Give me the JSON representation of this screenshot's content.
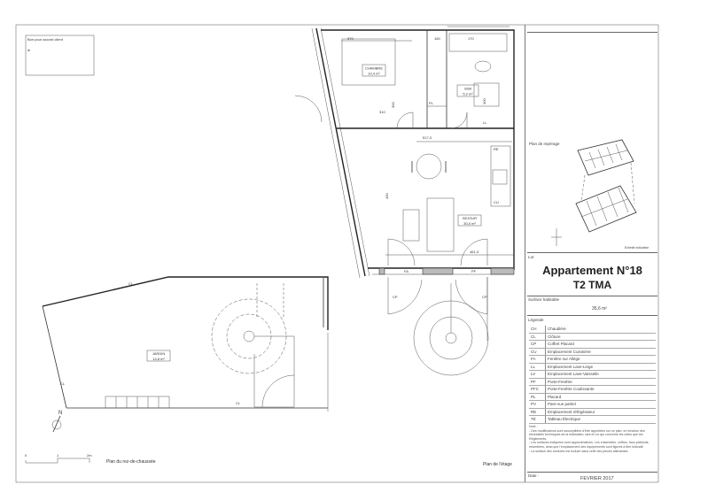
{
  "client_box": {
    "title": "Bon pour accord client",
    "line": "le"
  },
  "rooms": {
    "chambre": {
      "name": "CHAMBRE",
      "area": "10,4 m²"
    },
    "sdb": {
      "name": "SDB",
      "area": "5,2 m²"
    },
    "sejour": {
      "name": "SEJOUR",
      "area": "30,0 m²"
    },
    "jardin": {
      "name": "JARDIN",
      "area": "14,8 m²"
    }
  },
  "dimensions": {
    "d1": "370",
    "d2": "170",
    "d3": "160",
    "d4": "517,3",
    "d5": "430",
    "d6": "461,3",
    "d7": "300",
    "d8": "300",
    "d9": "310"
  },
  "codes": {
    "cl": "CL",
    "cl2": "CL",
    "cl3": "CL",
    "fa": "FA",
    "pf": "PF",
    "cp": "CP",
    "cp2": "CP",
    "pl": "PL",
    "re": "RE",
    "cu": "CU",
    "ll": "LL",
    "n": "N"
  },
  "scale": {
    "zero": "0",
    "one": "1",
    "two": "2m"
  },
  "plan_labels": {
    "ground": "Plan du rez-de-chaussée",
    "floor": "Plan de l'étage"
  },
  "panel": {
    "location_plan": "Plan de repérage",
    "location_note": "Echelle indicative",
    "lot_label": "Lot",
    "title": "Appartement N°18",
    "subtitle": "T2 TMA",
    "surface_label": "Surface habitable",
    "surface_value": "35,6 m²",
    "legend_label": "Légende",
    "legend": [
      {
        "code": "CH",
        "label": "Chaudière"
      },
      {
        "code": "CL",
        "label": "Clôture"
      },
      {
        "code": "CP",
        "label": "Coffret Placard"
      },
      {
        "code": "CU",
        "label": "Emplacement Cuisinière"
      },
      {
        "code": "FA",
        "label": "Fenêtre sur Allège"
      },
      {
        "code": "LL",
        "label": "Emplacement Lave-Linge"
      },
      {
        "code": "LV",
        "label": "Emplacement Lave-Vaisselle"
      },
      {
        "code": "PF",
        "label": "Porte-Fenêtre"
      },
      {
        "code": "PFC",
        "label": "Porte-Fenêtre Coulissante"
      },
      {
        "code": "PL",
        "label": "Placard"
      },
      {
        "code": "PV",
        "label": "Pare-vue partiel"
      },
      {
        "code": "RE",
        "label": "Emplacement réfrigérateur"
      },
      {
        "code": "TE",
        "label": "Tableau Électrique"
      }
    ],
    "notes_label": "Note :",
    "notes": [
      "- Des modifications sont susceptibles d'être apportées sur ce plan, en fonction des nécessités techniques de la réalisation, tant en ce qui concerne les côtes que les Règlements.",
      "- Les surfaces indiquées sont approximatives. Les ensembles, coffres, faux-plafonds, retombées, ainsi que l'emplacement des équipements sont figurés à titre indicatif.",
      "- La surface des annexes est incluse dans celle des pièces attenantes."
    ],
    "date_label": "Date :",
    "date_value": "FEVRIER 2017"
  }
}
